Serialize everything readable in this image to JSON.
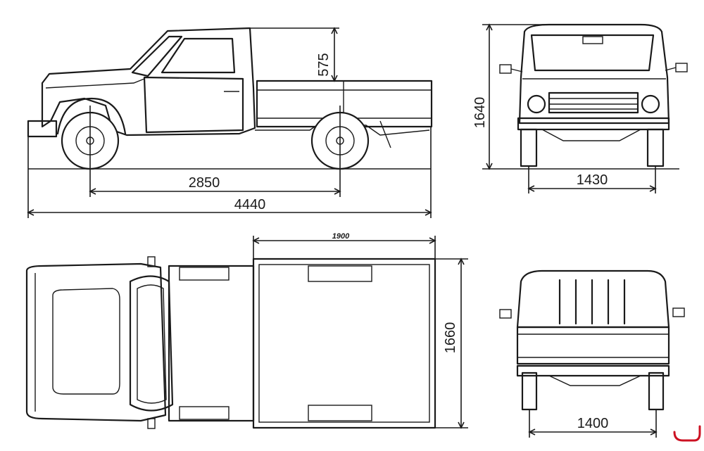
{
  "dimensions": {
    "cab_height": "575",
    "wheelbase": "2850",
    "overall_length": "4440",
    "overall_height": "1640",
    "front_track": "1430",
    "bed_length": "1900",
    "bed_width": "1660",
    "rear_track": "1400"
  },
  "colors": {
    "line": "#1a1a1a",
    "corner_mark": "#cc1122"
  }
}
